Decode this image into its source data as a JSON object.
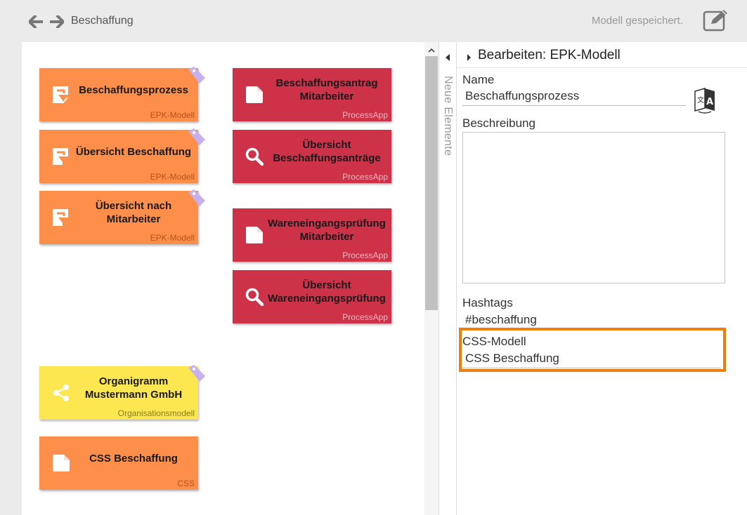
{
  "header": {
    "breadcrumb": "Beschaffung",
    "save_status": "Modell gespeichert.",
    "back_icon": "arrow-left-icon",
    "forward_icon": "arrow-right-icon",
    "edit_icon": "edit-icon"
  },
  "colors": {
    "epk": "#fd8f4a",
    "processapp": "#cd3249",
    "orgmodel": "#fde751",
    "highlight": "#ee7d0b"
  },
  "tiles": [
    {
      "title": "Beschaffungsprozess",
      "type": "EPK-Modell",
      "icon": "epk-icon"
    },
    {
      "title": "Übersicht Beschaffung",
      "type": "EPK-Modell",
      "icon": "epk-icon"
    },
    {
      "title": "Übersicht nach Mitarbeiter",
      "type": "EPK-Modell",
      "icon": "epk-icon"
    },
    {
      "title": "Beschaffungsantrag Mitarbeiter",
      "type": "ProcessApp",
      "icon": "document-icon"
    },
    {
      "title": "Übersicht Beschaffungsanträge",
      "type": "ProcessApp",
      "icon": "magnifier-icon"
    },
    {
      "title": "Wareneingangsprüfung Mitarbeiter",
      "type": "ProcessApp",
      "icon": "document-icon"
    },
    {
      "title": "Übersicht Wareneingangsprüfung",
      "type": "ProcessApp",
      "icon": "magnifier-icon"
    },
    {
      "title": "Organigramm Mustermann GmbH",
      "type": "Organisationsmodell",
      "icon": "share-icon"
    },
    {
      "title": "CSS Beschaffung",
      "type": "CSS",
      "icon": "document-icon"
    }
  ],
  "sidebar": {
    "vertical_label": "Neue Elemente"
  },
  "panel": {
    "title": "Bearbeiten: EPK-Modell",
    "name_label": "Name",
    "name_value": "Beschaffungsprozess",
    "description_label": "Beschreibung",
    "description_value": "",
    "hashtags_label": "Hashtags",
    "hashtags_value": "#beschaffung",
    "css_label": "CSS-Modell",
    "css_value": "CSS Beschaffung",
    "translate_icon": "translate-icon"
  }
}
